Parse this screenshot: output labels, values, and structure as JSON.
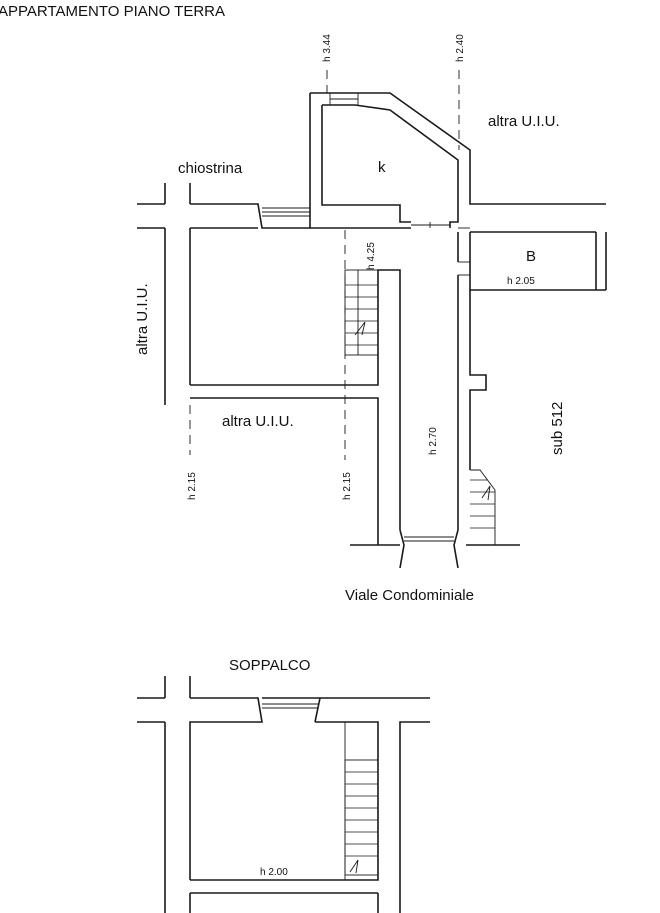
{
  "sections": {
    "ground_floor_title": "APPARTAMENTO PIANO TERRA",
    "mezzanine_title": "SOPPALCO"
  },
  "labels": {
    "chiostrina": "chiostrina",
    "altra_uiu_top": "altra U.I.U.",
    "altra_uiu_left": "altra U.I.U.",
    "altra_uiu_mid": "altra U.I.U.",
    "kitchen": "k",
    "bathroom": "B",
    "sub": "sub 512",
    "street": "Viale Condominiale"
  },
  "heights": {
    "h344": "h 3.44",
    "h240": "h 2.40",
    "h425": "h 4.25",
    "h205": "h 2.05",
    "h270": "h 2.70",
    "h215_left": "h 2.15",
    "h215_mid": "h 2.15",
    "h200": "h 2.00"
  }
}
